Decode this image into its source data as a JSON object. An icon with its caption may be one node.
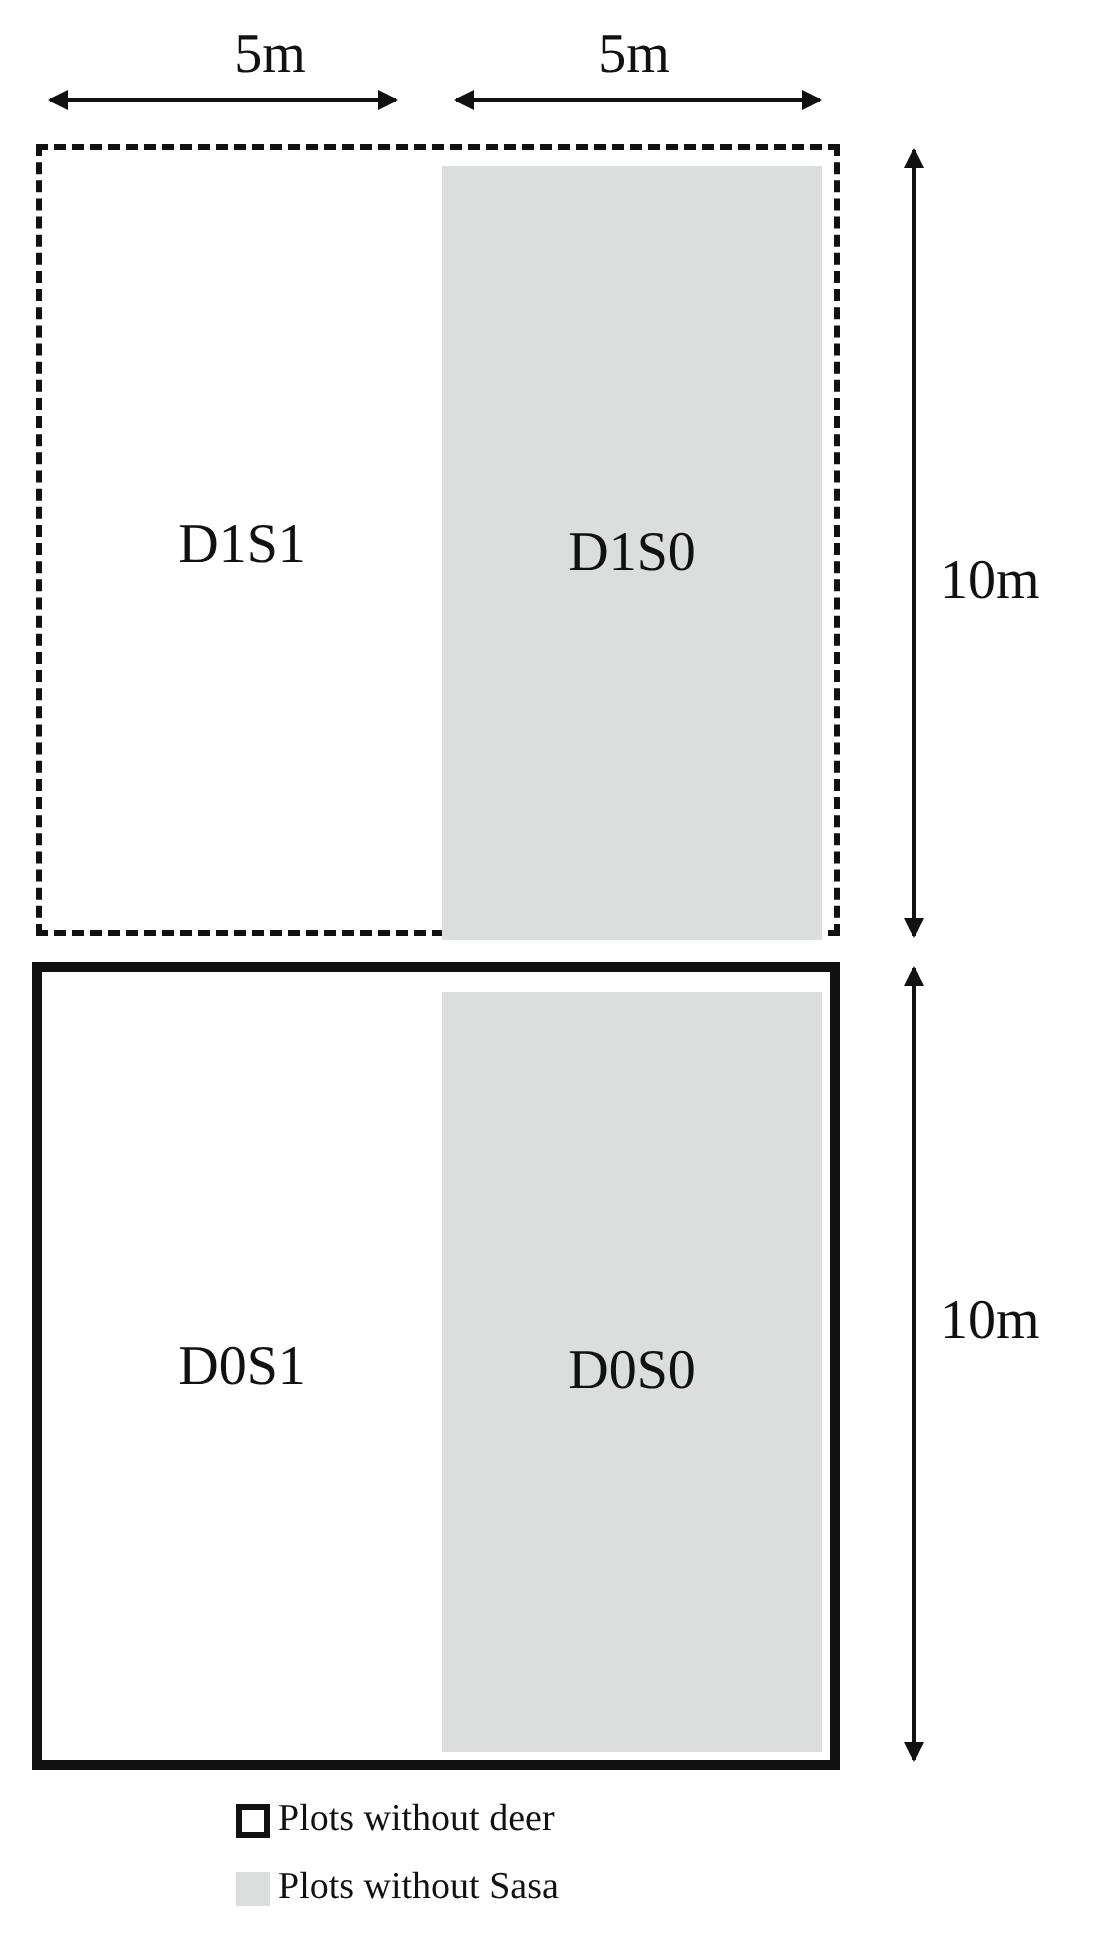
{
  "diagram": {
    "nodes": [
      {
        "text": [],
        "shape": "box"
      },
      {
        "text": [
          "D1S1"
        ],
        "in": 0
      },
      {
        "text": [
          "D1S0"
        ],
        "in": 0
      },
      {
        "text": [],
        "shape": "box"
      },
      {
        "text": [
          "D0S1"
        ],
        "in": 3
      },
      {
        "text": [
          "D0S0"
        ],
        "in": 3
      }
    ],
    "edges": [],
    "labels": [
      "5m",
      "5m",
      "10m",
      "10m"
    ],
    "legend": [
      {
        "text": "Plots without deer"
      },
      {
        "text": "Plots without Sasa",
        "color": "#dcdddd"
      }
    ]
  }
}
